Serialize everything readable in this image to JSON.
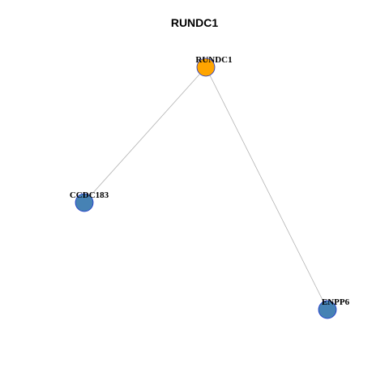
{
  "title": "RUNDC1",
  "nodes": [
    {
      "id": "RUNDC1",
      "label": "RUNDC1",
      "color": "#FFA500",
      "role": "center"
    },
    {
      "id": "CCDC183",
      "label": "CCDC183",
      "color": "#4682B4",
      "role": "neighbor"
    },
    {
      "id": "ENPP6",
      "label": "ENPP6",
      "color": "#4682B4",
      "role": "neighbor"
    }
  ],
  "edges": [
    {
      "source": "RUNDC1",
      "target": "CCDC183"
    },
    {
      "source": "RUNDC1",
      "target": "ENPP6"
    }
  ],
  "colors": {
    "edge": "#b3b3b3",
    "node_border": "#1a33cc"
  }
}
